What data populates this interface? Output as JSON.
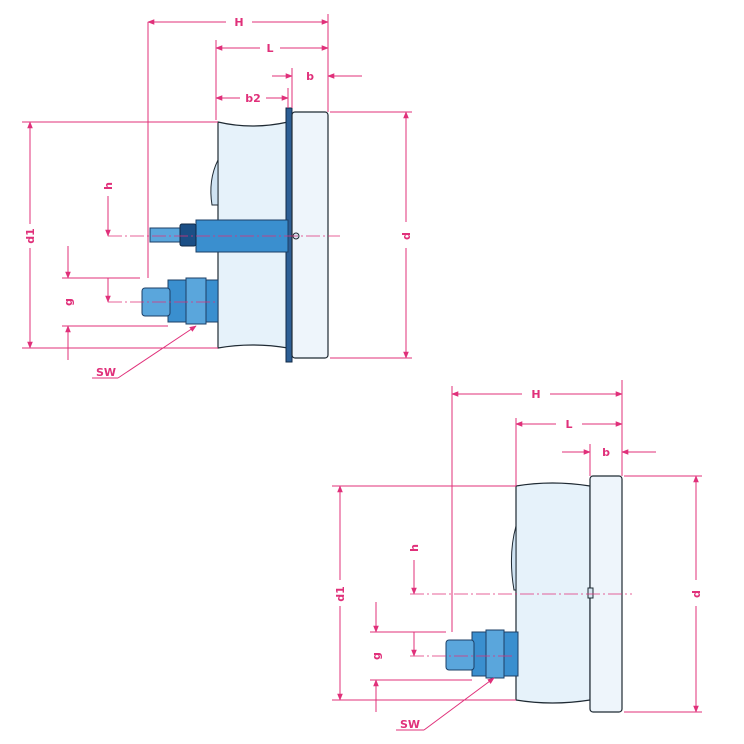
{
  "diagram_top": {
    "labels": {
      "H": "H",
      "L": "L",
      "b": "b",
      "b2": "b2",
      "d": "d",
      "d1": "d1",
      "h": "h",
      "g": "g",
      "SW": "SW"
    }
  },
  "diagram_bottom": {
    "labels": {
      "H": "H",
      "L": "L",
      "b": "b",
      "d": "d",
      "d1": "d1",
      "h": "h",
      "g": "g",
      "SW": "SW"
    }
  },
  "colors": {
    "dimension": "#e0307a",
    "body": "#e6f2fa",
    "connector": "#3a8fcf",
    "outline": "#1f2a33"
  }
}
